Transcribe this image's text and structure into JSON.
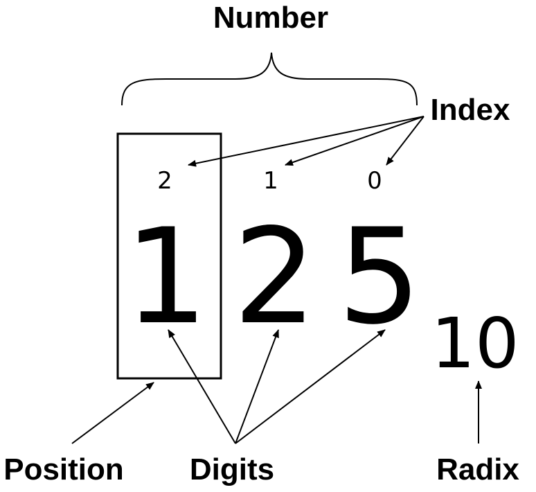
{
  "labels": {
    "number": "Number",
    "index": "Index",
    "position": "Position",
    "digits": "Digits",
    "radix": "Radix"
  },
  "indices": [
    "2",
    "1",
    "0"
  ],
  "digits": [
    "1",
    "2",
    "5"
  ],
  "radix_value": "10"
}
